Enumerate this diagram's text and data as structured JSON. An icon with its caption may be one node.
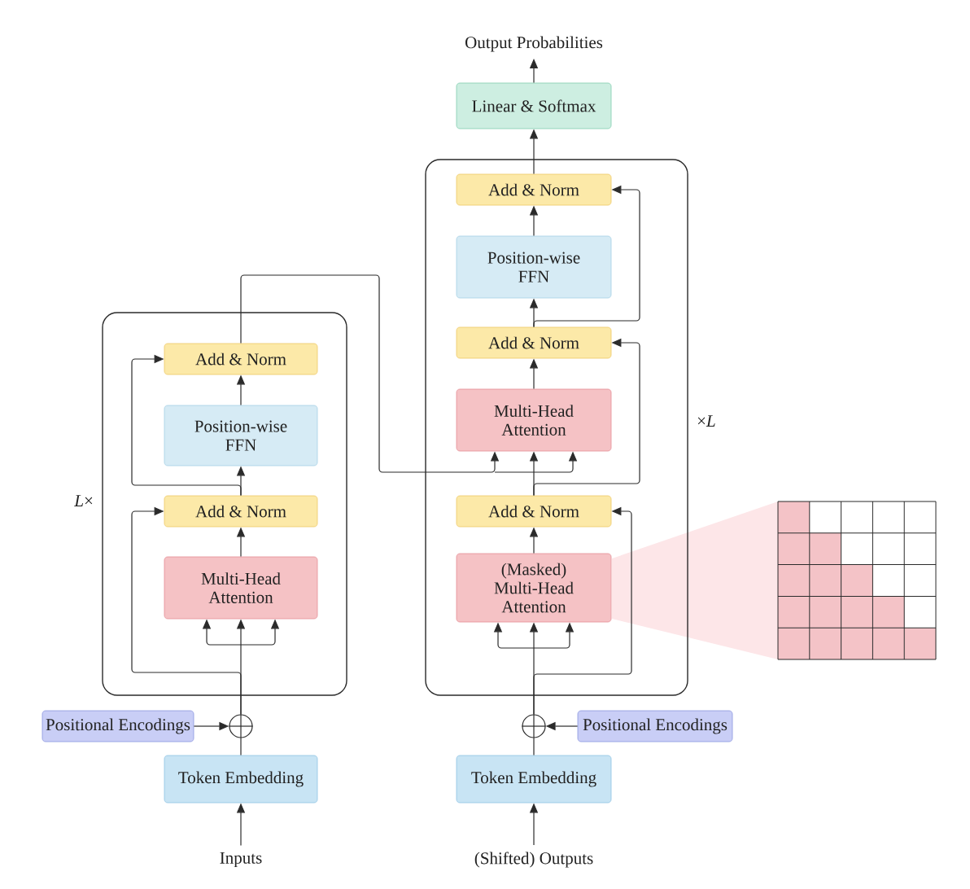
{
  "diagram": {
    "nodes": [
      {
        "text": [
          "Output Probabilities"
        ]
      },
      {
        "text": [
          "Linear & Softmax"
        ]
      },
      {
        "text": [],
        "shape": "box",
        "beside": [
          "×*L*"
        ]
      },
      {
        "text": [
          "Add & Norm"
        ],
        "in": 2
      },
      {
        "text": [
          "Position-wise FFN"
        ],
        "in": 2
      },
      {
        "text": [
          "Add & Norm"
        ],
        "in": 2
      },
      {
        "text": [
          "Multi-Head Attention"
        ],
        "in": 2
      },
      {
        "text": [
          "Add & Norm"
        ],
        "in": 2
      },
      {
        "text": [
          "(Masked) Multi-Head Attention"
        ],
        "in": 2
      },
      {
        "text": [],
        "shape": "box",
        "beside": [
          "*L*×"
        ]
      },
      {
        "text": [
          "Add & Norm"
        ],
        "in": 9
      },
      {
        "text": [
          "Position-wise FFN"
        ],
        "in": 9
      },
      {
        "text": [
          "Add & Norm"
        ],
        "in": 9
      },
      {
        "text": [
          "Multi-Head Attention"
        ],
        "in": 9
      },
      {
        "text": [
          "Positional Encodings"
        ]
      },
      {
        "text": [],
        "shape": "circle"
      },
      {
        "text": [],
        "shape": "circle"
      },
      {
        "text": [
          "Positional Encodings"
        ]
      },
      {
        "text": [
          "Token Embedding"
        ]
      },
      {
        "text": [
          "Token Embedding"
        ]
      },
      {
        "text": [
          "Inputs"
        ]
      },
      {
        "text": [
          "(Shifted) Outputs"
        ]
      }
    ],
    "edges": [
      {
        "from": 20,
        "to": 18,
        "arrow": "to"
      },
      {
        "from": 18,
        "to": 15,
        "arrow": "none"
      },
      {
        "from": 14,
        "to": 15,
        "arrow": "to"
      },
      {
        "from": 15,
        "to": 13,
        "arrow": "to"
      },
      {
        "from": 15,
        "to": 12,
        "arrow": "to"
      },
      {
        "from": 13,
        "to": 12,
        "arrow": "to"
      },
      {
        "from": 12,
        "to": 11,
        "arrow": "to"
      },
      {
        "from": 12,
        "to": 10,
        "arrow": "to"
      },
      {
        "from": 11,
        "to": 10,
        "arrow": "to"
      },
      {
        "from": 10,
        "to": 6,
        "arrow": "to"
      },
      {
        "from": 21,
        "to": 19,
        "arrow": "to"
      },
      {
        "from": 19,
        "to": 16,
        "arrow": "none"
      },
      {
        "from": 17,
        "to": 16,
        "arrow": "to"
      },
      {
        "from": 16,
        "to": 8,
        "arrow": "to"
      },
      {
        "from": 16,
        "to": 7,
        "arrow": "to"
      },
      {
        "from": 8,
        "to": 7,
        "arrow": "to"
      },
      {
        "from": 7,
        "to": 6,
        "arrow": "to"
      },
      {
        "from": 7,
        "to": 5,
        "arrow": "to"
      },
      {
        "from": 6,
        "to": 5,
        "arrow": "to"
      },
      {
        "from": 5,
        "to": 4,
        "arrow": "to"
      },
      {
        "from": 5,
        "to": 3,
        "arrow": "to"
      },
      {
        "from": 4,
        "to": 3,
        "arrow": "to"
      },
      {
        "from": 3,
        "to": 1,
        "arrow": "to"
      },
      {
        "from": 1,
        "to": 0,
        "arrow": "to"
      }
    ]
  }
}
